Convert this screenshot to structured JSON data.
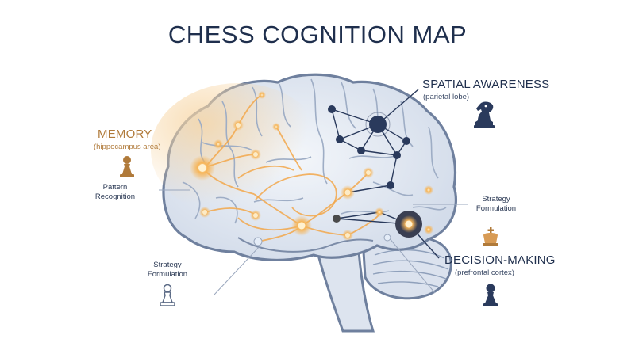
{
  "title": "CHESS COGNITION MAP",
  "labels": {
    "spatial": {
      "title": "SPATIAL AWARENESS",
      "sub": "(parietal lobe)"
    },
    "memory": {
      "title": "MEMORY",
      "sub": "(hippocampus area)"
    },
    "decision": {
      "title": "DECISION-MAKING",
      "sub": "(prefrontal cortex)"
    },
    "pattern": {
      "line1": "Pattern",
      "line2": "Recognition"
    },
    "strategy_right": {
      "line1": "Strategy",
      "line2": "Formulation"
    },
    "strategy_left": {
      "line1": "Strategy",
      "line2": "Formulation"
    }
  },
  "icons": [
    "knight-icon",
    "pawn-icon",
    "king-icon",
    "pawn-icon"
  ],
  "colors": {
    "navy": "#1f2f4d",
    "gold": "#b07a3a",
    "glow": "#f2a74a",
    "brain": "#dfe6f0"
  }
}
